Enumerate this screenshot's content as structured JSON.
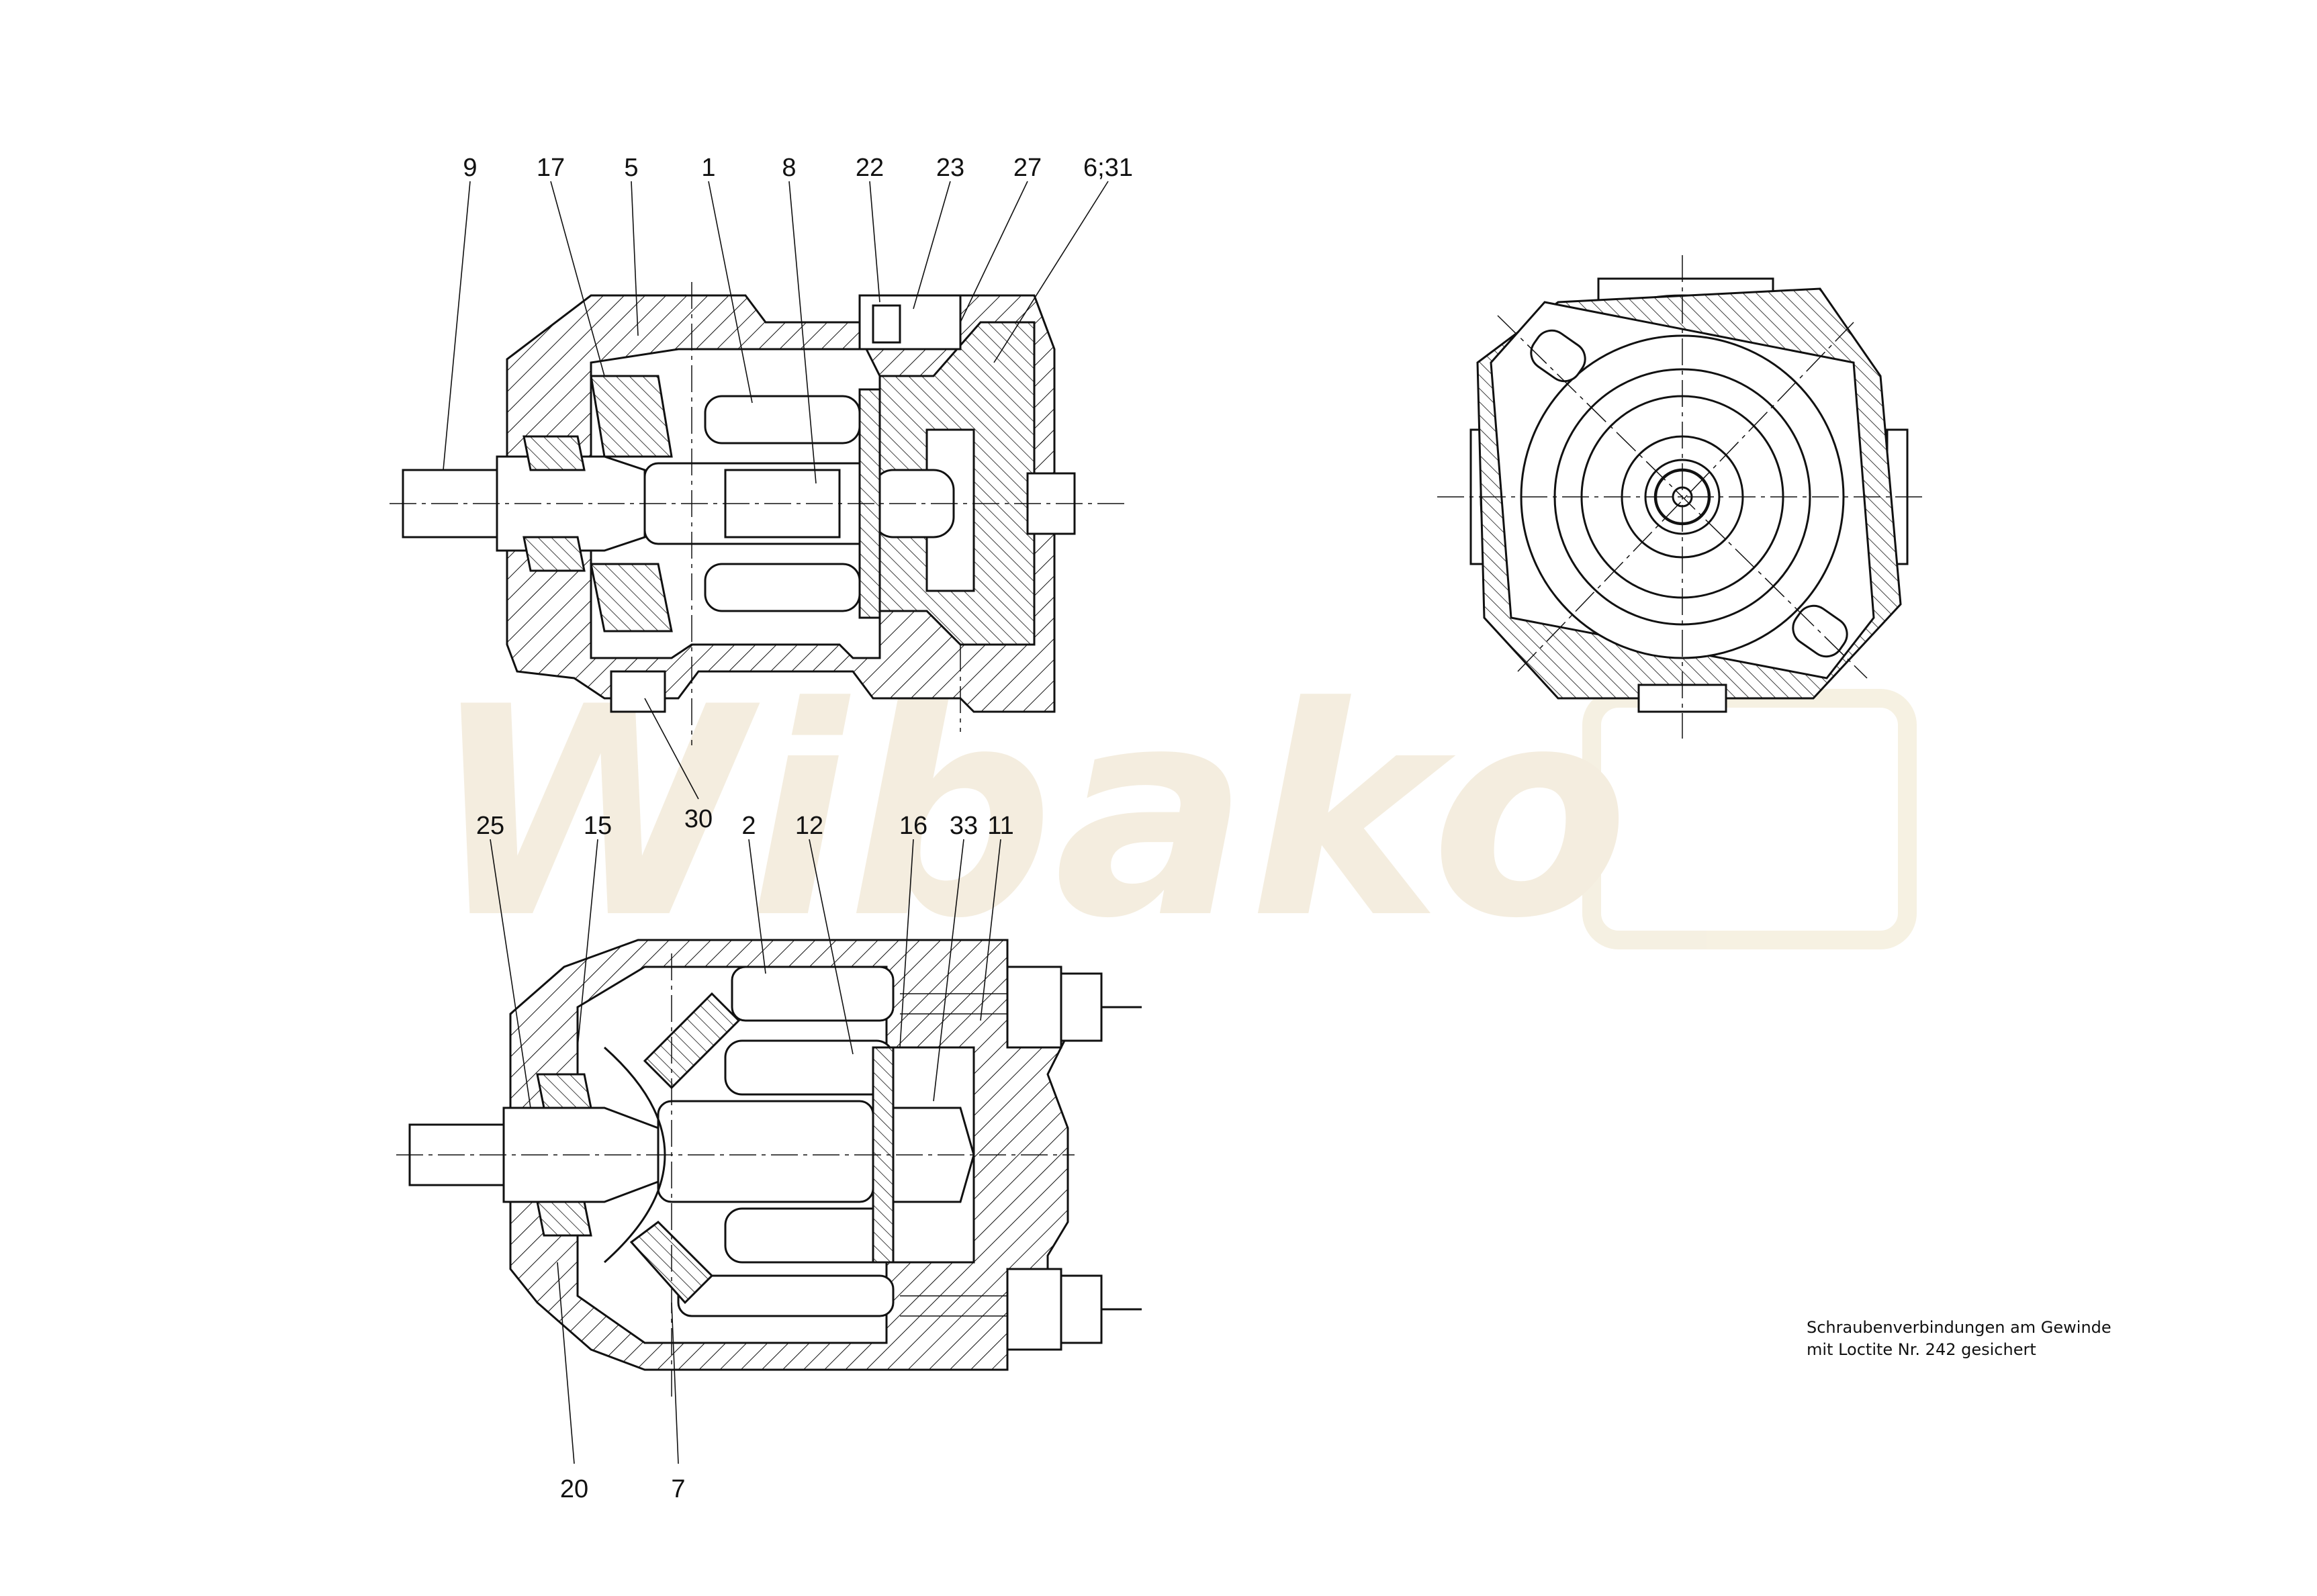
{
  "watermark": {
    "text": "Wibako"
  },
  "top_view": {
    "labels": [
      {
        "text": "9",
        "name": "label-9"
      },
      {
        "text": "17",
        "name": "label-17"
      },
      {
        "text": "5",
        "name": "label-5"
      },
      {
        "text": "1",
        "name": "label-1"
      },
      {
        "text": "8",
        "name": "label-8"
      },
      {
        "text": "22",
        "name": "label-22"
      },
      {
        "text": "23",
        "name": "label-23"
      },
      {
        "text": "27",
        "name": "label-27"
      },
      {
        "text": "6;31",
        "name": "label-6-31"
      },
      {
        "text": "30",
        "name": "label-30"
      }
    ]
  },
  "bottom_view": {
    "labels_top": [
      {
        "text": "25",
        "name": "label-25"
      },
      {
        "text": "15",
        "name": "label-15"
      },
      {
        "text": "2",
        "name": "label-2"
      },
      {
        "text": "12",
        "name": "label-12"
      },
      {
        "text": "16",
        "name": "label-16"
      },
      {
        "text": "33",
        "name": "label-33"
      },
      {
        "text": "11",
        "name": "label-11"
      }
    ],
    "labels_bottom": [
      {
        "text": "20",
        "name": "label-20"
      },
      {
        "text": "7",
        "name": "label-7"
      }
    ]
  },
  "note": {
    "line1": "Schraubenverbindungen am Gewinde",
    "line2": "mit Loctite Nr. 242 gesichert"
  },
  "colors": {
    "ink": "#111111",
    "watermark": "#f3ecdc",
    "paper": "#ffffff"
  }
}
